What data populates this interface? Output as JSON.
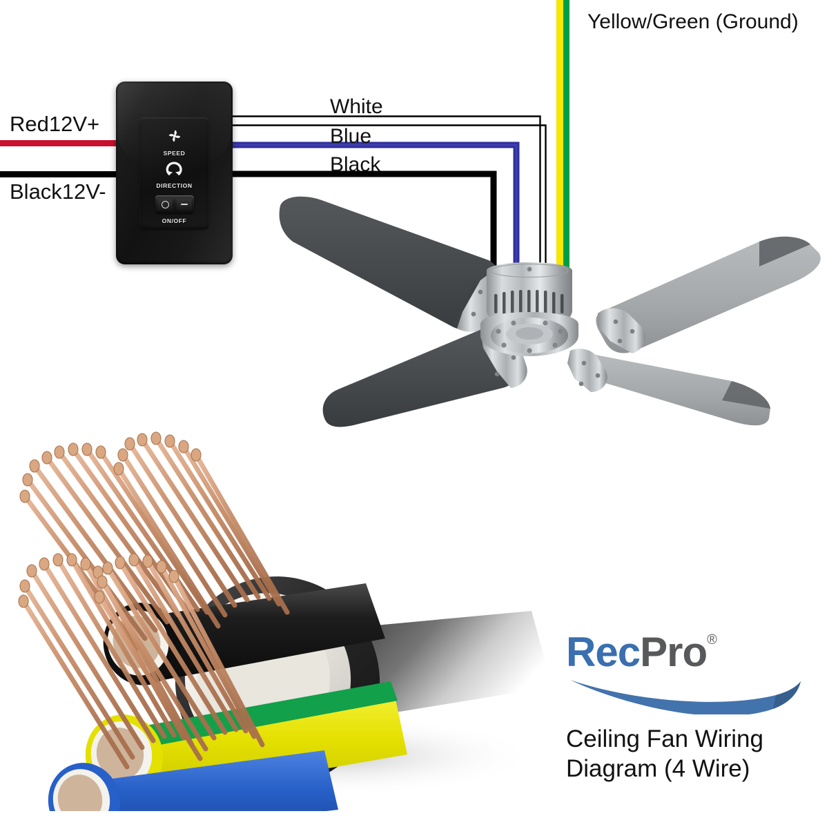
{
  "diagram": {
    "title": "Ceiling Fan Wiring Diagram (4 Wire)",
    "brand": {
      "name_part1": "Rec",
      "name_part2": "Pro",
      "registered_mark": "®",
      "color_part1": "#3a6fb0",
      "color_part2": "#58595b",
      "swoosh_color": "#4373ac"
    }
  },
  "wire_labels": {
    "ground": "Yellow/Green (Ground)",
    "white": "White",
    "blue": "Blue",
    "black": "Black",
    "red_positive": "Red12V+",
    "black_negative": "Black12V-"
  },
  "wire_colors": {
    "red": "#c8102e",
    "black": "#000000",
    "blue": "#2f2f9e",
    "white_outline": "#000000",
    "white_fill": "#ffffff",
    "ground_yellow": "#f2e500",
    "ground_green": "#009e49"
  },
  "switch_panel": {
    "name": "fan-wall-control",
    "body_color": "#141414",
    "controls": [
      {
        "icon": "fan-speed-icon",
        "label": "SPEED"
      },
      {
        "icon": "fan-direction-icon",
        "label": "DIRECTION"
      },
      {
        "icon": "rocker-switch-icon",
        "label": "ON/OFF"
      }
    ],
    "rocker": {
      "off_symbol": "circle",
      "on_symbol": "dash"
    }
  },
  "fan": {
    "name": "ceiling-fan",
    "blade_count": 4,
    "blade_dark_color": "#4a4d50",
    "blade_light_color": "#a9acae",
    "motor_finish": "brushed-nickel"
  },
  "cable": {
    "name": "four-wire-cable-cutaway",
    "jacket_color": "#2c2c2c",
    "inner_sheath_color": "#f2f0ea",
    "conductors": [
      {
        "name": "black-conductor",
        "color": "#1a1a1a"
      },
      {
        "name": "ground-conductor",
        "color": "#e6e000",
        "stripe": "#12a04a"
      },
      {
        "name": "blue-conductor",
        "color": "#2760c8"
      }
    ],
    "copper_color": "#c98f6a"
  }
}
